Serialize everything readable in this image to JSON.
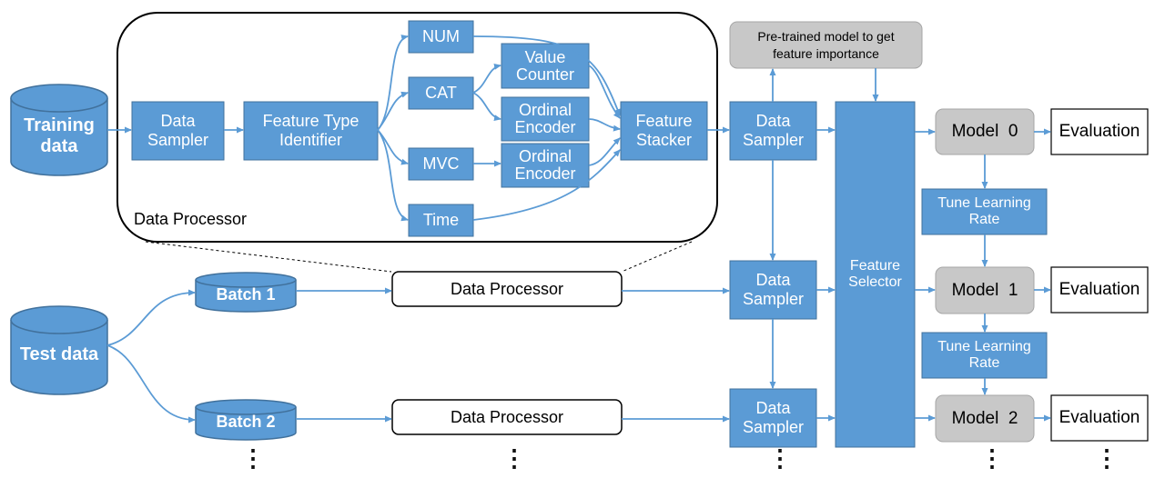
{
  "colors": {
    "blue_fill": "#5b9bd5",
    "blue_stroke": "#41719c",
    "arrow": "#5b9bd5",
    "gray_fill": "#c8c8c8",
    "gray_stroke": "#a6a6a6"
  },
  "data_sources": {
    "training": "Training\ndata",
    "test": "Test data",
    "batch1": "Batch 1",
    "batch2": "Batch 2"
  },
  "processor_detail": {
    "caption": "Data Processor",
    "data_sampler": "Data\nSampler",
    "feature_type_identifier": "Feature Type\nIdentifier",
    "num": "NUM",
    "cat": "CAT",
    "mvc": "MVC",
    "time": "Time",
    "value_counter": "Value\nCounter",
    "ordinal_encoder_1": "Ordinal\nEncoder",
    "ordinal_encoder_2": "Ordinal\nEncoder",
    "feature_stacker": "Feature\nStacker"
  },
  "processors": {
    "p1": "Data Processor",
    "p2": "Data Processor"
  },
  "samplers": {
    "s0": "Data\nSampler",
    "s1": "Data\nSampler",
    "s2": "Data\nSampler"
  },
  "pretrained": "Pre-trained model to get\nfeature importance",
  "feature_selector": "Feature\nSelector",
  "models": {
    "m0": "Model  0",
    "m1": "Model  1",
    "m2": "Model  2"
  },
  "tune": {
    "t1": "Tune Learning\nRate",
    "t2": "Tune Learning\nRate"
  },
  "evaluation": {
    "e0": "Evaluation",
    "e1": "Evaluation",
    "e2": "Evaluation"
  },
  "continuation_mark": "⋮"
}
